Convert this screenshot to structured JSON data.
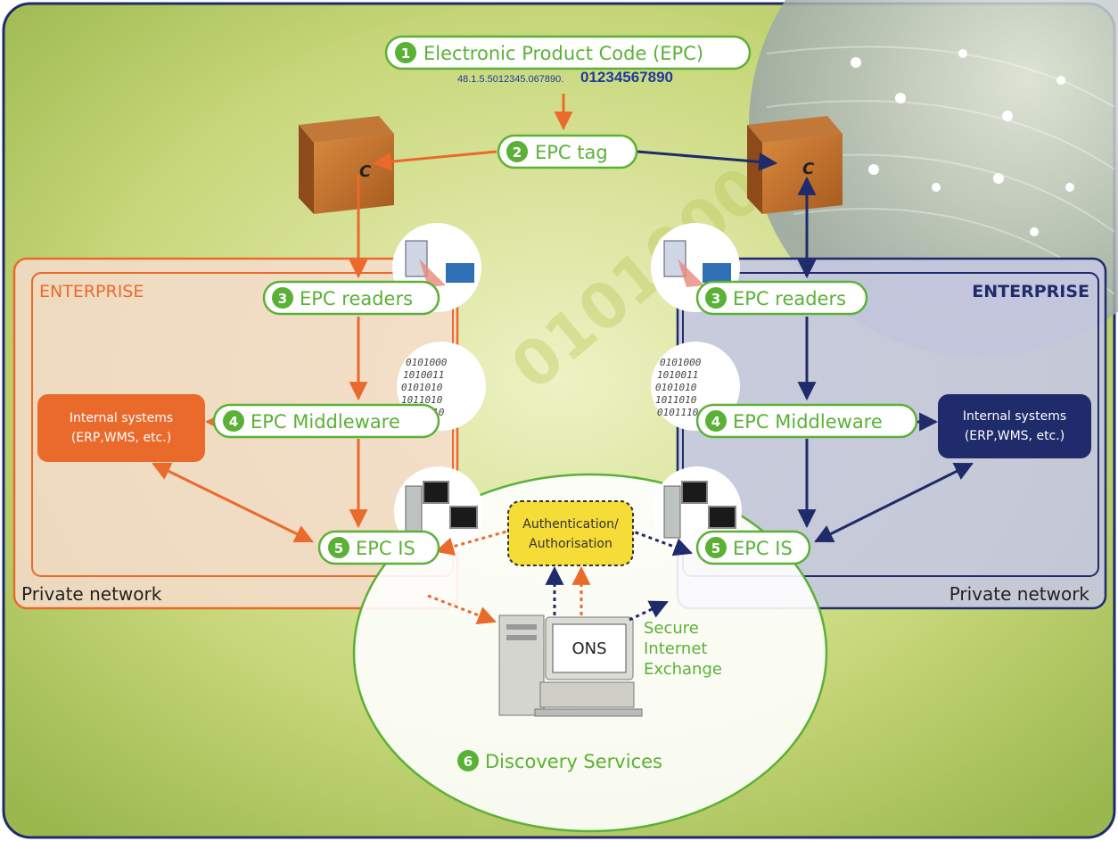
{
  "epc_code": {
    "num": "1",
    "label": "Electronic Product Code (EPC)",
    "number_small": "48.1.5.5012345.067890.",
    "number_large": "01234567890"
  },
  "epc_tag": {
    "num": "2",
    "label": "EPC tag"
  },
  "left": {
    "enterprise": "ENTERPRISE",
    "readers": {
      "num": "3",
      "label": "EPC readers"
    },
    "middleware": {
      "num": "4",
      "label": "EPC Middleware"
    },
    "internal_l1": "Internal systems",
    "internal_l2": "(ERP,WMS, etc.)",
    "epcis": {
      "num": "5",
      "label": "EPC IS"
    },
    "private_network": "Private network"
  },
  "right": {
    "enterprise": "ENTERPRISE",
    "readers": {
      "num": "3",
      "label": "EPC readers"
    },
    "middleware": {
      "num": "4",
      "label": "EPC Middleware"
    },
    "internal_l1": "Internal systems",
    "internal_l2": "(ERP,WMS, etc.)",
    "epcis": {
      "num": "5",
      "label": "EPC IS"
    },
    "private_network": "Private network"
  },
  "auth": {
    "line1": "Authentication/",
    "line2": "Authorisation"
  },
  "ons": "ONS",
  "secure": {
    "line1": "Secure",
    "line2": "Internet",
    "line3": "Exchange"
  },
  "discovery": {
    "num": "6",
    "label": "Discovery Services"
  },
  "box_letter": "C",
  "binary_text": "0101000",
  "colors": {
    "orange": "#ea6a2c",
    "navy": "#1f2b6b",
    "green": "#5bb136",
    "yellow": "#f5dc36"
  }
}
